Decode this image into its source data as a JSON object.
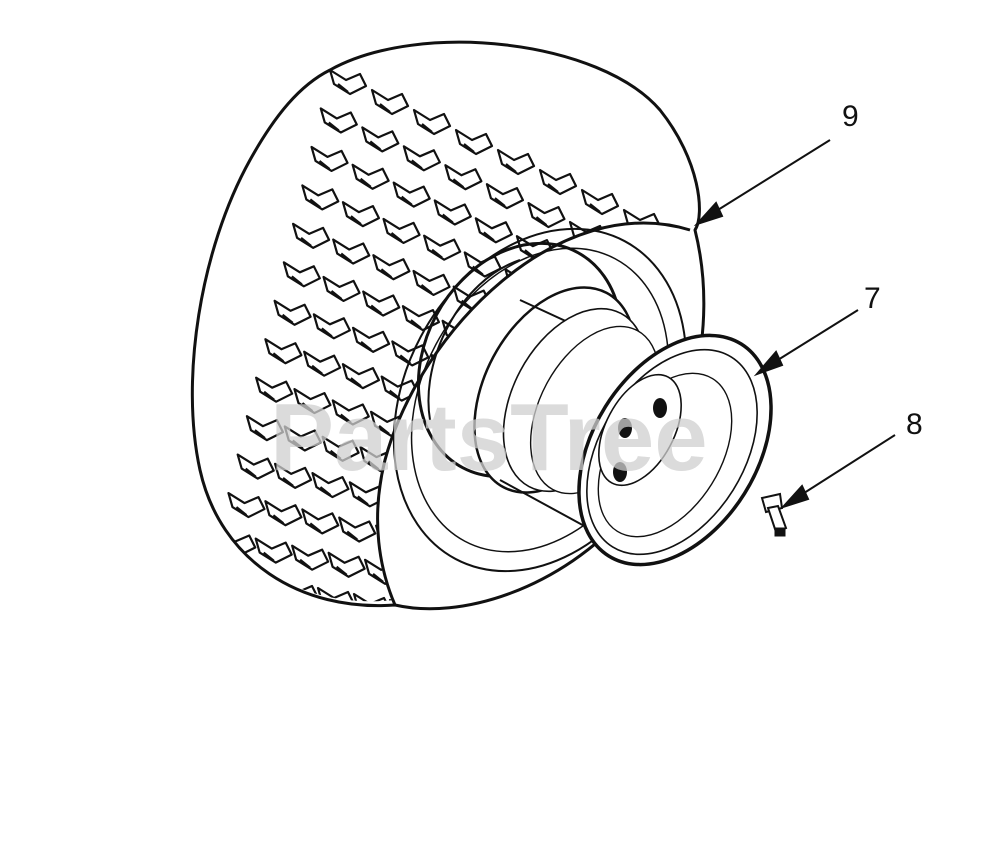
{
  "diagram": {
    "callouts": [
      {
        "label": "9",
        "part": "tire"
      },
      {
        "label": "7",
        "part": "rim"
      },
      {
        "label": "8",
        "part": "valve-stem"
      }
    ],
    "watermark": "PartsTree"
  },
  "colors": {
    "line": "#111111",
    "background": "#ffffff",
    "watermark": "#cfcfcf"
  }
}
